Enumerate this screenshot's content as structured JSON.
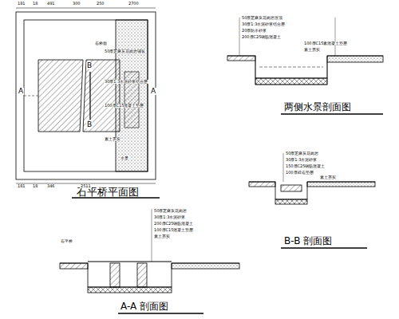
{
  "diagram": {
    "labels": [
      "石平桥平面图",
      "两侧水景剖面图",
      "B-B 剖面图",
      "A-A 剖面图",
      "A",
      "A",
      "B",
      "B",
      "181",
      "18",
      "491",
      "300",
      "250",
      "2700",
      "181",
      "18",
      "346",
      "2511",
      "石桥面",
      "50厚芝麻灰花岗岩铺装",
      "30厚1:3水泥砂浆结合层",
      "100厚C15混凝土垫层",
      "素土夯实",
      "水景",
      "50厚芝麻灰花岗岩压顶",
      "30厚1:3水泥砂浆结合层",
      "20厚防水砂浆",
      "200厚C25钢筋混凝土",
      "100厚C15素混凝土垫层",
      "素土夯实",
      "50厚芝麻灰花岗岩",
      "30厚1:3水泥砂浆",
      "150厚C25钢筋混凝土",
      "100厚碎石垫层",
      "素土夯实",
      "石平桥",
      "50厚芝麻灰花岗岩",
      "30厚1:3水泥砂浆",
      "200厚C25钢筋混凝土",
      "100厚C15混凝土垫层",
      "素土夯实"
    ]
  }
}
